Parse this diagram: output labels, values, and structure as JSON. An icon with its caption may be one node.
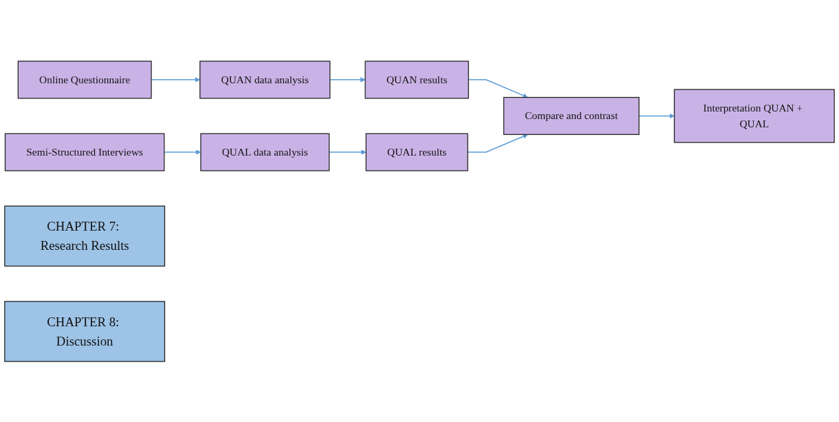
{
  "diagram": {
    "nodes": [
      {
        "text": [
          "Online Questionnaire"
        ]
      },
      {
        "text": [
          "QUAN data analysis"
        ]
      },
      {
        "text": [
          "QUAN results"
        ]
      },
      {
        "text": [
          "Semi-Structured Interviews"
        ]
      },
      {
        "text": [
          "QUAL data analysis"
        ]
      },
      {
        "text": [
          "QUAL results"
        ]
      },
      {
        "text": [
          "Compare and contrast"
        ]
      },
      {
        "text": [
          "Interpretation QUAN + QUAL"
        ]
      },
      {
        "text": [
          "CHAPTER 7: Research Results"
        ]
      },
      {
        "text": [
          "CHAPTER 8: Discussion"
        ]
      }
    ],
    "edges": [
      {
        "from": 0,
        "to": 1,
        "arrow": "to"
      },
      {
        "from": 1,
        "to": 2,
        "arrow": "to"
      },
      {
        "from": 3,
        "to": 4,
        "arrow": "to"
      },
      {
        "from": 4,
        "to": 5,
        "arrow": "to"
      },
      {
        "from": 2,
        "to": 6,
        "arrow": "to"
      },
      {
        "from": 5,
        "to": 6,
        "arrow": "to"
      },
      {
        "from": 6,
        "to": 7,
        "arrow": "to"
      }
    ]
  }
}
